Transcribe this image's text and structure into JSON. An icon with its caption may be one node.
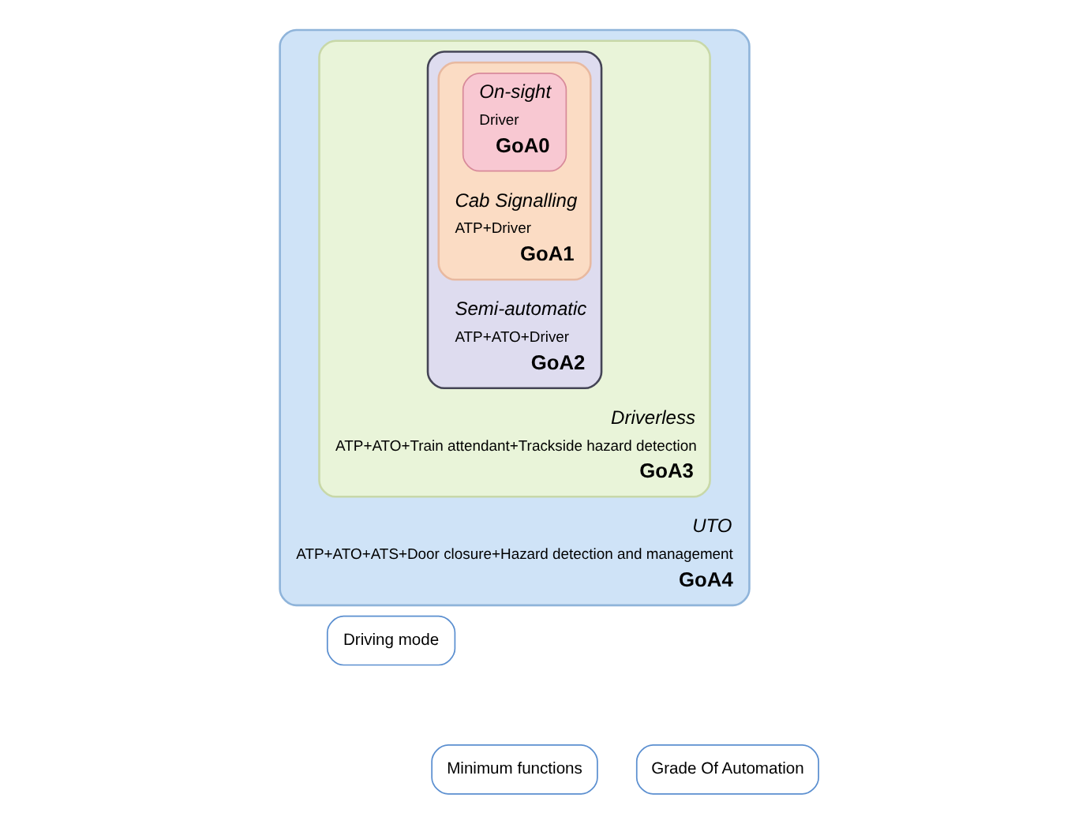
{
  "diagram": {
    "nodes": [
      {
        "text": [
          "UTO",
          "ATP+ATO+ATS+Door closure+Hazard detection and management",
          "GoA4"
        ]
      },
      {
        "text": [
          "Driverless",
          "ATP+ATO+Train attendant+Trackside hazard detection",
          "GoA3"
        ],
        "in": 0
      },
      {
        "text": [
          "Semi-automatic",
          "ATP+ATO+Driver",
          "GoA2"
        ],
        "in": 1
      },
      {
        "text": [
          "Cab Signalling",
          "ATP+Driver",
          "GoA1"
        ],
        "in": 2
      },
      {
        "text": [
          "On-sight",
          "Driver",
          "GoA0"
        ],
        "in": 3
      },
      {
        "text": [
          "Driving mode"
        ]
      },
      {
        "text": [
          "Minimum functions"
        ]
      },
      {
        "text": [
          "Grade Of Automation"
        ]
      }
    ],
    "edges": []
  }
}
